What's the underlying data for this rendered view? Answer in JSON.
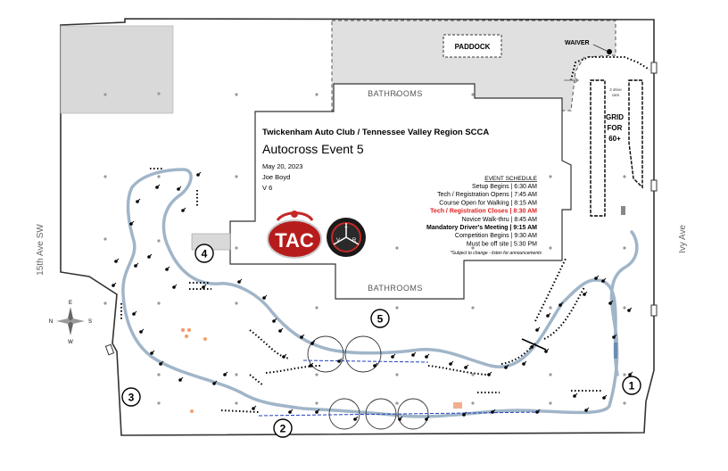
{
  "labels": {
    "paddock": "PADDOCK",
    "waiver": "WAIVER",
    "bathrooms_top": "BATHROOMS",
    "bathrooms_bottom": "BATHROOMS",
    "grid_line1": "GRID",
    "grid_line2": "FOR",
    "grid_line3": "60+",
    "grid_note_line1": "2 drive",
    "grid_note_line2": "cars",
    "street_left": "15th Ave SW",
    "street_right": "Ivy Ave"
  },
  "event": {
    "org": "Twickenham Auto Club / Tennessee Valley Region SCCA",
    "title": "Autocross Event 5",
    "date": "May 20, 2023",
    "designer": "Joe Boyd",
    "version": "V 6"
  },
  "schedule": {
    "heading": "EVENT SCHEDULE",
    "items": [
      {
        "text": "Setup Begins | 6:30 AM",
        "style": "normal"
      },
      {
        "text": "Tech / Registration Opens | 7:45 AM",
        "style": "normal"
      },
      {
        "text": "Course Open for Walking | 8:15 AM",
        "style": "normal"
      },
      {
        "text": "Tech / Registration Closes | 8:30 AM",
        "style": "red"
      },
      {
        "text": "Novice Walk-thru | 8:45 AM",
        "style": "normal"
      },
      {
        "text": "Mandatory Driver's Meeting | 9:15 AM",
        "style": "bold"
      },
      {
        "text": "Competition Begins | 9:30 AM",
        "style": "normal"
      },
      {
        "text": "Must be off site | 5:30 PM",
        "style": "normal"
      }
    ],
    "note": "*Subject to change - listen for announcements"
  },
  "logos": {
    "tac": "TAC",
    "tvr_top": "T",
    "tvr_left": "V",
    "tvr_right": "R"
  },
  "compass": {
    "n": "N",
    "e": "E",
    "s": "S",
    "w": "W"
  },
  "markers": [
    "1",
    "2",
    "3",
    "4",
    "5"
  ],
  "colors": {
    "course": "#9fb6c9",
    "paddock_fill": "#e0e0e0",
    "building_fill": "#d9d9d9",
    "red": "#e02020",
    "timing": "#2040c0"
  }
}
